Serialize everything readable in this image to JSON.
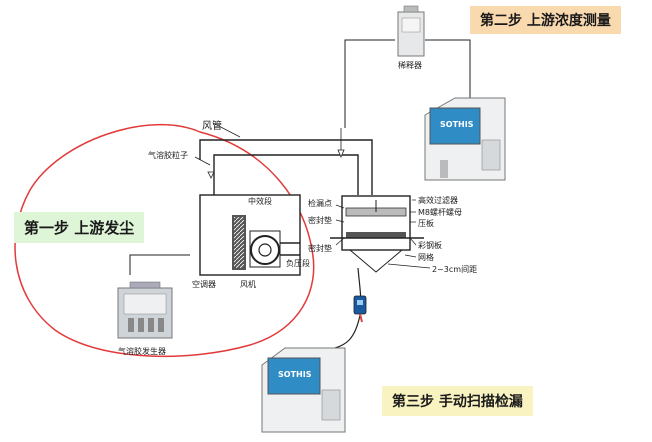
{
  "steps": {
    "step1": "第一步 上游发尘",
    "step2": "第二步 上游浓度测量",
    "step3": "第三步 手动扫描检漏"
  },
  "labels": {
    "duct": "风管",
    "aerosol_particles": "气溶胶粒子",
    "ac_unit": "空调器",
    "mid_filter": "中效段",
    "fan": "风机",
    "negative_pressure": "负压段",
    "aerosol_generator": "气溶胶发生器",
    "diluter": "稀释器",
    "leak_point": "检漏点",
    "seal_gasket_top": "密封垫",
    "seal_gasket_bottom": "密封垫",
    "hepa_filter": "高效过滤器",
    "m8_bolt": "M8螺杆螺母",
    "pressure_plate": "压板",
    "color_steel_plate": "彩钢板",
    "grille": "网格",
    "distance": "2~3cm间距"
  },
  "counter_brand": "SOTHIS",
  "colors": {
    "step1_bg": "#dff5d8",
    "step2_bg": "#f9d9ae",
    "step3_bg": "#f9f3c2",
    "circle": "#e23a3a"
  }
}
